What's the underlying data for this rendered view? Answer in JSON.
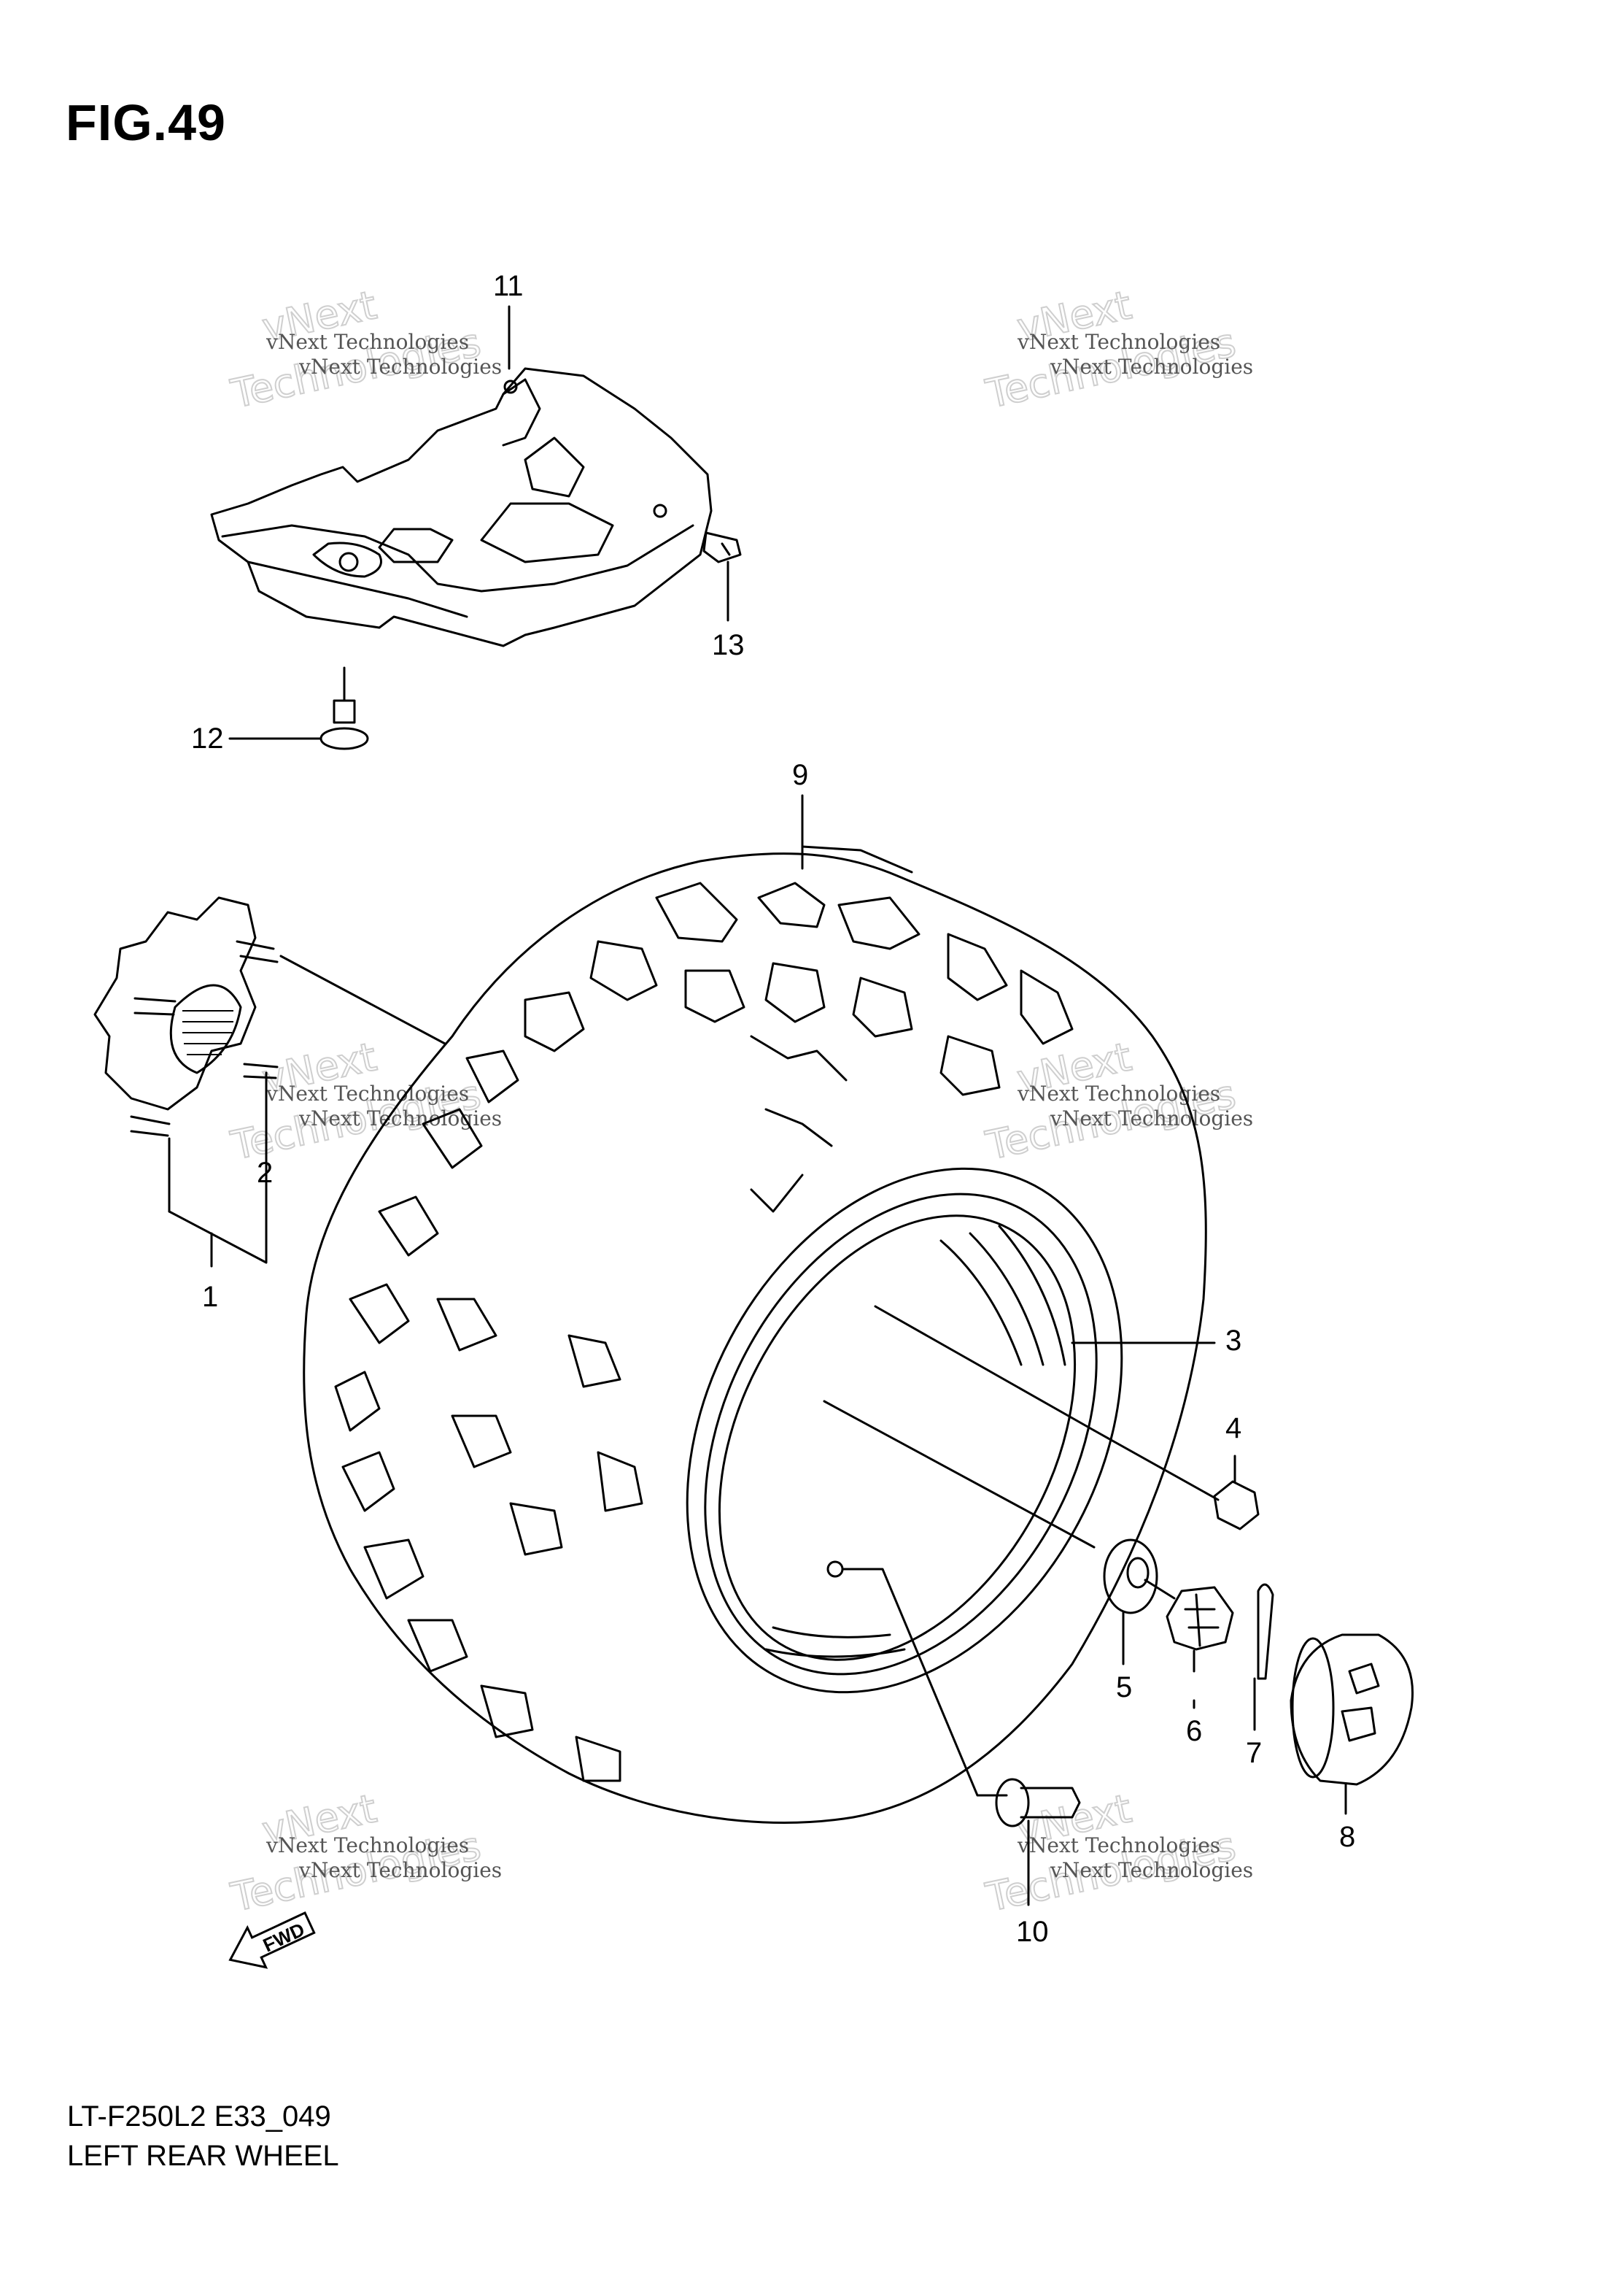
{
  "figure": {
    "title": "FIG.49"
  },
  "footer": {
    "model": "LT-F250L2 E33_049",
    "name": "LEFT REAR WHEEL"
  },
  "callouts": [
    "1",
    "2",
    "3",
    "4",
    "5",
    "6",
    "7",
    "8",
    "9",
    "10",
    "11",
    "12",
    "13"
  ],
  "watermark": {
    "small": "vNext Technologies",
    "big": "Technologies",
    "top": "vNext"
  },
  "fwd_label": "FWD"
}
